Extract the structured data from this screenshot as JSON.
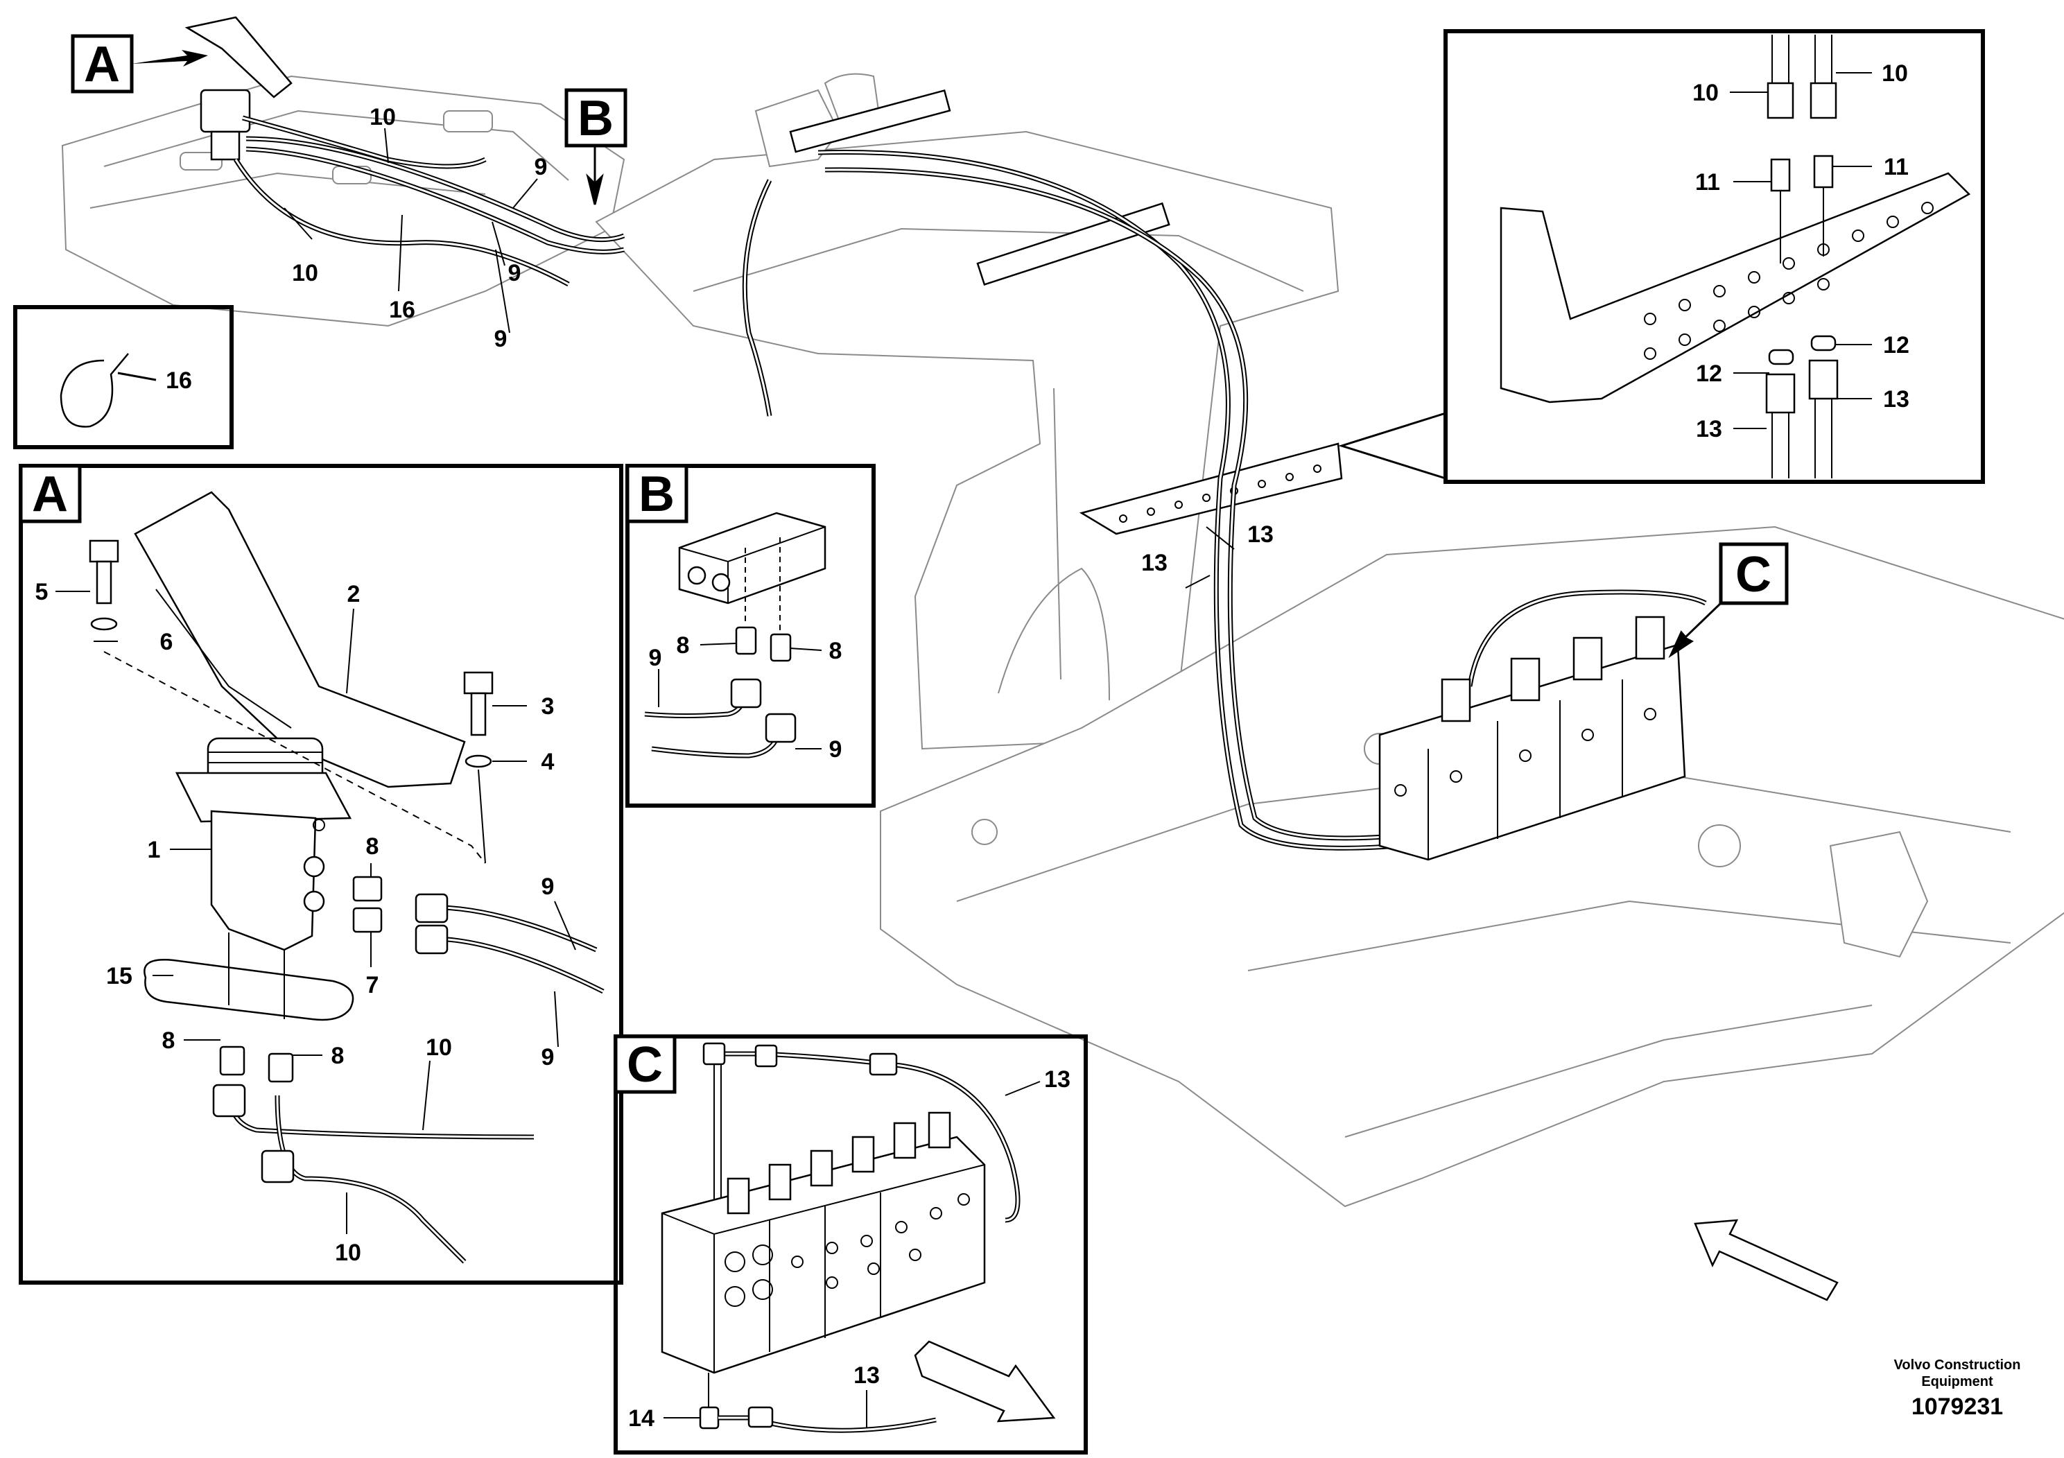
{
  "callouts": {
    "main_A": "A",
    "main_B": "B",
    "main_C": "C",
    "detail_A": "A",
    "detail_B": "B",
    "detail_C": "C"
  },
  "labels": {
    "main": [
      "10",
      "9",
      "9",
      "10",
      "16",
      "9",
      "13",
      "13"
    ],
    "inset_clamp": [
      "16"
    ],
    "inset_hose_detail": [
      "10",
      "10",
      "11",
      "11",
      "12",
      "12",
      "13",
      "13"
    ],
    "detail_A": [
      "5",
      "6",
      "2",
      "3",
      "4",
      "1",
      "8",
      "7",
      "9",
      "15",
      "8",
      "8",
      "10",
      "9",
      "10"
    ],
    "detail_B": [
      "8",
      "8",
      "9",
      "9"
    ],
    "detail_C": [
      "13",
      "14",
      "13"
    ]
  },
  "credit": {
    "company_line1": "Volvo Construction",
    "company_line2": "Equipment",
    "drawing_number": "1079231"
  },
  "icons": [
    "pointer-arrow-icon",
    "direction-arrow-icon",
    "cable-tie-icon"
  ]
}
